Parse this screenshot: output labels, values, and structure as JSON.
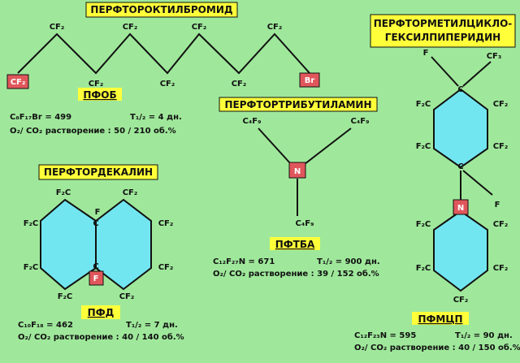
{
  "pfob": {
    "title": "ПЕРФТОРОКТИЛБРОМИД",
    "abbr": "ПФОБ",
    "cf2": "CF₂",
    "br": "Br",
    "formula": "C₈F₁₇Br = 499",
    "half_life": "T₁/₂ = 4 дн.",
    "solubility": "O₂/ CO₂ растворение : 50 / 210 об.%"
  },
  "pftba": {
    "title": "ПЕРФТОРТРИБУТИЛАМИН",
    "abbr": "ПФТБА",
    "c4f9": "C₄F₉",
    "n": "N",
    "formula": "C₁₂F₂₇N = 671",
    "half_life": "T₁/₂ = 900 дн.",
    "solubility": "O₂/ CO₂ растворение : 39 / 152 об.%"
  },
  "pfd": {
    "title": "ПЕРФТОРДЕКАЛИН",
    "abbr": "ПФД",
    "f2c": "F₂C",
    "cf2": "CF₂",
    "f": "F",
    "c": "C",
    "formula": "C₁₀F₁₈ = 462",
    "half_life": "T₁/₂ = 7 дн.",
    "solubility": "O₂/ CO₂ растворение : 40 / 140 об.%"
  },
  "pfmcp": {
    "title_line1": "ПЕРФТОРМЕТИЛЦИКЛО-",
    "title_line2": "ГЕКСИЛПИПЕРИДИН",
    "abbr": "ПФМЦП",
    "f": "F",
    "cf3": "CF₃",
    "f2c": "F₂C",
    "cf2": "CF₂",
    "c": "C",
    "n": "N",
    "formula": "C₁₂F₂₃N = 595",
    "half_life": "T₁/₂ = 90 дн.",
    "solubility": "O₂/ CO₂ растворение : 40 / 150 об.%"
  }
}
